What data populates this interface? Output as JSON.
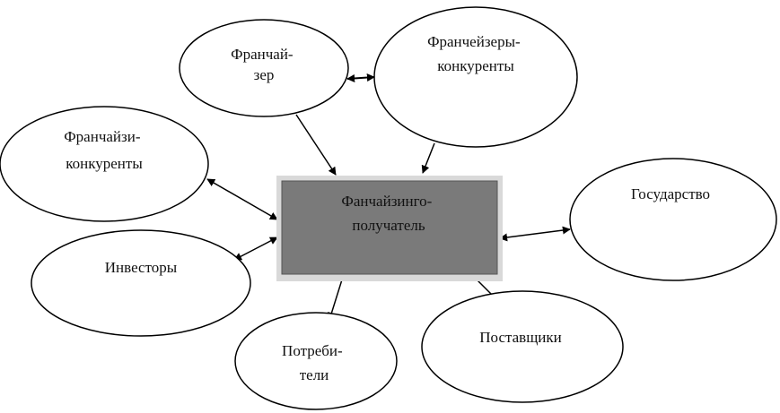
{
  "diagram": {
    "center": {
      "lines": [
        "Фанчайзинго-",
        "получатель"
      ],
      "fill_color": "#7a7a7a",
      "border_color": "#d9d9d9"
    },
    "nodes": [
      {
        "id": "franchiser",
        "lines": [
          "Франчай-",
          "зер"
        ]
      },
      {
        "id": "franchiser-competitors",
        "lines": [
          "Франчейзеры-",
          "конкуренты"
        ]
      },
      {
        "id": "franchisee-competitors",
        "lines": [
          "Франчайзи-",
          "конкуренты"
        ]
      },
      {
        "id": "investors",
        "lines": [
          "Инвесторы"
        ]
      },
      {
        "id": "consumers",
        "lines": [
          "Потреби-",
          "тели"
        ]
      },
      {
        "id": "suppliers",
        "lines": [
          "Поставщики"
        ]
      },
      {
        "id": "state",
        "lines": [
          "Государство"
        ]
      }
    ],
    "edges": [
      {
        "from": "franchiser",
        "to": "franchiser-competitors",
        "bidirectional": true
      },
      {
        "from": "franchiser",
        "to": "center",
        "bidirectional": false
      },
      {
        "from": "franchiser-competitors",
        "to": "center",
        "bidirectional": false
      },
      {
        "from": "franchisee-competitors",
        "to": "center",
        "bidirectional": true
      },
      {
        "from": "investors",
        "to": "center",
        "bidirectional": true
      },
      {
        "from": "consumers",
        "to": "center",
        "bidirectional": true
      },
      {
        "from": "suppliers",
        "to": "center",
        "bidirectional": true
      },
      {
        "from": "state",
        "to": "center",
        "bidirectional": true
      }
    ]
  }
}
